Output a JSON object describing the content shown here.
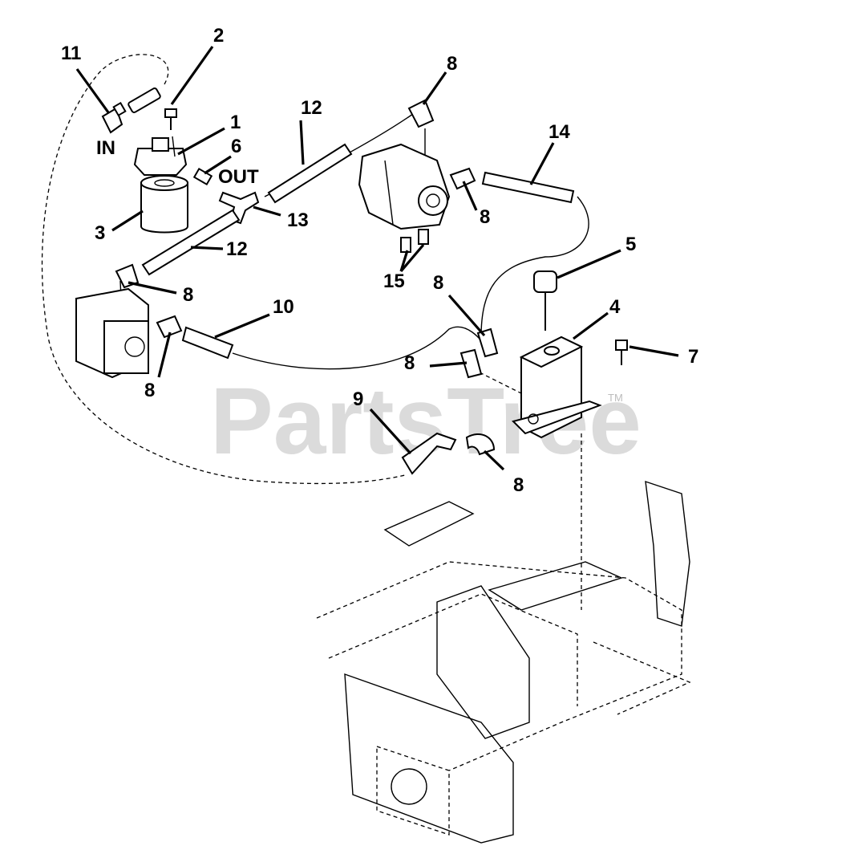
{
  "watermark": {
    "text": "PartsTree",
    "trademark": "TM"
  },
  "port_labels": {
    "in": "IN",
    "out": "OUT"
  },
  "callouts": [
    {
      "id": "c11",
      "text": "11"
    },
    {
      "id": "c2",
      "text": "2"
    },
    {
      "id": "c1",
      "text": "1"
    },
    {
      "id": "c6",
      "text": "6"
    },
    {
      "id": "c3",
      "text": "3"
    },
    {
      "id": "c13",
      "text": "13"
    },
    {
      "id": "c12a",
      "text": "12"
    },
    {
      "id": "c12b",
      "text": "12"
    },
    {
      "id": "c8a",
      "text": "8"
    },
    {
      "id": "c8b",
      "text": "8"
    },
    {
      "id": "c8c",
      "text": "8"
    },
    {
      "id": "c8d",
      "text": "8"
    },
    {
      "id": "c8e",
      "text": "8"
    },
    {
      "id": "c8f",
      "text": "8"
    },
    {
      "id": "c8g",
      "text": "8"
    },
    {
      "id": "c14",
      "text": "14"
    },
    {
      "id": "c5",
      "text": "5"
    },
    {
      "id": "c15",
      "text": "15"
    },
    {
      "id": "c4",
      "text": "4"
    },
    {
      "id": "c7",
      "text": "7"
    },
    {
      "id": "c10",
      "text": "10"
    },
    {
      "id": "c9",
      "text": "9"
    }
  ]
}
